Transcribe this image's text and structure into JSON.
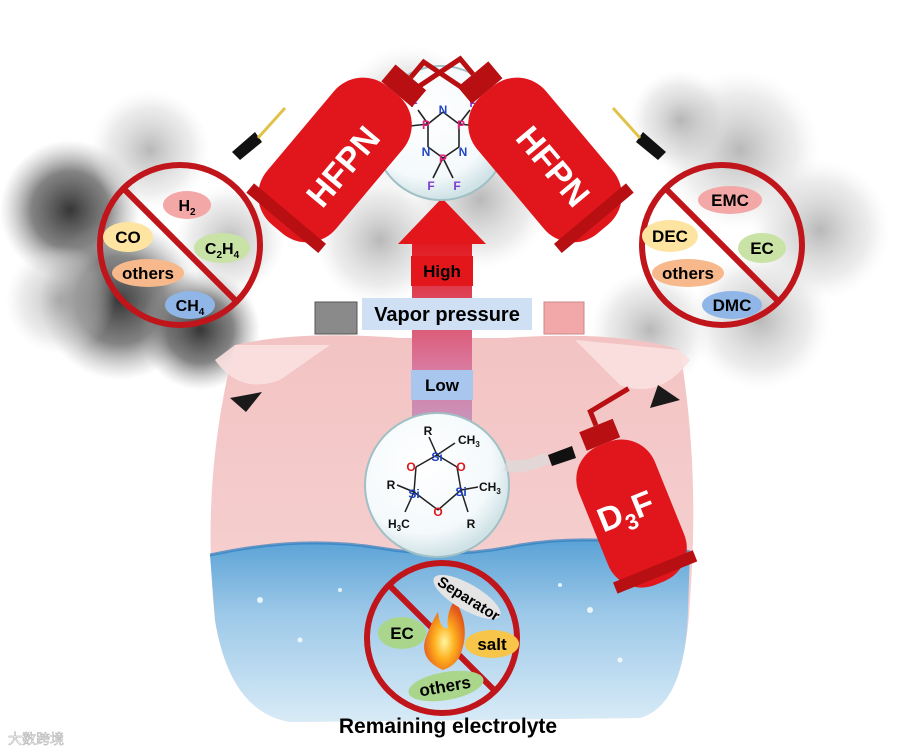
{
  "extinguishers": {
    "left_label": "HFPN",
    "right_label": "HFPN",
    "bottom_label_main": "D",
    "bottom_label_sub": "3",
    "bottom_label_end": "F"
  },
  "hfpn_molecule": {
    "atoms": [
      "F",
      "F",
      "P",
      "N",
      "P",
      "F",
      "F",
      "N",
      "N",
      "P",
      "F",
      "F"
    ]
  },
  "d3f_molecule": {
    "atoms": [
      "R",
      "CH",
      "3",
      "Si",
      "O",
      "O",
      "R",
      "Si",
      "Si",
      "CH",
      "3",
      "H",
      "3",
      "C",
      "O",
      "R"
    ]
  },
  "vapor_pressure": {
    "high": "High",
    "title": "Vapor pressure",
    "low": "Low"
  },
  "left_gases": {
    "h2": "H",
    "h2_sub": "2",
    "co": "CO",
    "c2h4_a": "C",
    "c2h4_b": "2",
    "c2h4_c": "H",
    "c2h4_d": "4",
    "others": "others",
    "ch4_a": "CH",
    "ch4_b": "4"
  },
  "right_gases": {
    "emc": "EMC",
    "dec": "DEC",
    "ec": "EC",
    "others": "others",
    "dmc": "DMC"
  },
  "electrolyte": {
    "separator": "Separator",
    "ec": "EC",
    "salt": "salt",
    "others": "others",
    "caption": "Remaining electrolyte"
  },
  "watermark": "大数跨境",
  "colors": {
    "red": "#e0161c",
    "darkred": "#b80f12",
    "pink": "#f4c9c9",
    "water": "#7fb8e0",
    "ban": "#c0151a"
  }
}
